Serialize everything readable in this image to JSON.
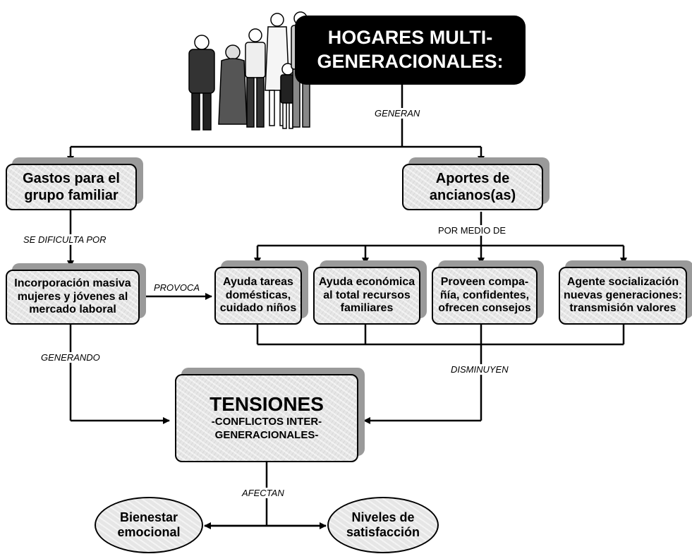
{
  "title": {
    "line1": "HOGARES MULTI-",
    "line2": "GENERACIONALES:"
  },
  "labels": {
    "generan": "GENERAN",
    "se_dificulta": "SE DIFICULTA  POR",
    "por_medio_de": "POR MEDIO DE",
    "provoca": "PROVOCA",
    "generando": "GENERANDO",
    "disminuyen": "DISMINUYEN",
    "afectan": "AFECTAN"
  },
  "gastos": {
    "line1": "Gastos para el",
    "line2": "grupo familiar"
  },
  "aportes": {
    "line1": "Aportes de",
    "line2": "ancianos(as)"
  },
  "incorporacion": {
    "line1": "Incorporación masiva",
    "line2": "mujeres y jóvenes al",
    "line3": "mercado laboral"
  },
  "aportes_items": [
    {
      "line1": "Ayuda tareas",
      "line2": "domésticas,",
      "line3": "cuidado niños"
    },
    {
      "line1": "Ayuda económica",
      "line2": "al total recursos",
      "line3": "familiares"
    },
    {
      "line1": "Proveen compa-",
      "line2": "ñía, confidentes,",
      "line3": "ofrecen consejos"
    },
    {
      "line1": "Agente socialización",
      "line2": "nuevas generaciones:",
      "line3": "transmisión valores"
    }
  ],
  "tensiones": {
    "title": "TENSIONES",
    "line1": "-CONFLICTOS INTER-",
    "line2": "GENERACIONALES-"
  },
  "bienestar": {
    "line1": "Bienestar",
    "line2": "emocional"
  },
  "niveles": {
    "line1": "Niveles de",
    "line2": "satisfacción"
  },
  "colors": {
    "box_fill": "#e6e6e6",
    "shadow": "#9a9a9a",
    "title_bg": "#000000",
    "title_text": "#ffffff"
  },
  "icons": {
    "family": "family-group-clipart-icon"
  }
}
